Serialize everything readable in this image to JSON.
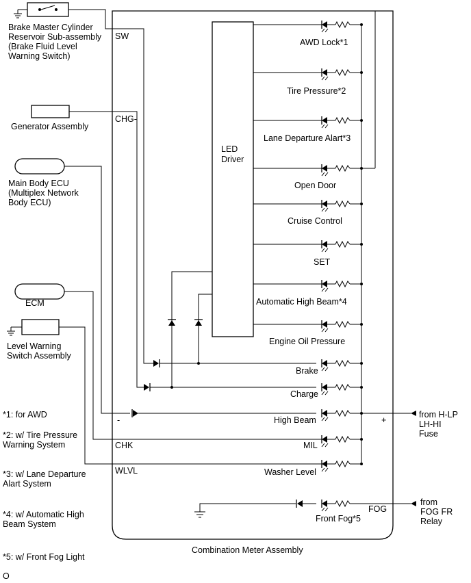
{
  "components": {
    "brake_switch": [
      "Brake Master Cylinder",
      "Reservoir Sub-assembly",
      "(Brake Fluid Level",
      "Warning Switch)"
    ],
    "generator": [
      "Generator Assembly"
    ],
    "main_body_ecu": [
      "Main Body ECU",
      "(Multiplex Network",
      "Body ECU)"
    ],
    "ecm": [
      "ECM"
    ],
    "level_warning_switch": [
      "Level Warning",
      "Switch Assembly"
    ],
    "led_driver": [
      "LED",
      "Driver"
    ],
    "meter": "Combination Meter Assembly"
  },
  "terminals": {
    "sw": "SW",
    "chg": "CHG-",
    "chk": "CHK",
    "wlvl": "WLVL",
    "fog": "FOG",
    "minus": "-",
    "plus": "+"
  },
  "indicators": {
    "awd_lock": "AWD Lock*1",
    "tire_pressure": "Tire Pressure*2",
    "lane_departure": "Lane Departure Alart*3",
    "open_door": "Open Door",
    "cruise_control": "Cruise Control",
    "set": "SET",
    "auto_high_beam": "Automatic High Beam*4",
    "engine_oil": "Engine Oil Pressure",
    "brake": "Brake",
    "charge": "Charge",
    "high_beam": "High Beam",
    "mil": "MIL",
    "washer_level": "Washer Level",
    "front_fog": "Front Fog*5"
  },
  "sources": {
    "h_lp": [
      "from H-LP",
      "LH-HI",
      "Fuse"
    ],
    "fog_relay": [
      "from",
      "FOG FR",
      "Relay"
    ]
  },
  "notes": {
    "n1": [
      "*1: for AWD"
    ],
    "n2": [
      "*2: w/ Tire Pressure",
      "Warning System"
    ],
    "n3": [
      "*3: w/ Lane Departure",
      "Alart System"
    ],
    "n4": [
      "*4: w/ Automatic High",
      "Beam System"
    ],
    "n5": [
      "*5: w/ Front Fog Light"
    ]
  },
  "footer": "O"
}
